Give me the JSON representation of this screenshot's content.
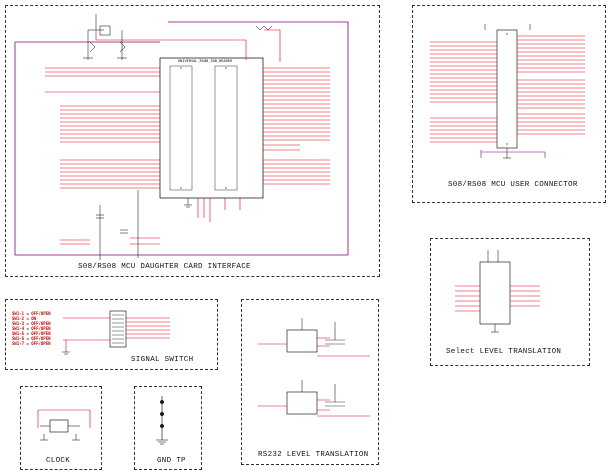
{
  "blocks": {
    "mcu_daughter": {
      "title": "S08/RS08 MCU DAUGHTER CARD INTERFACE",
      "header_label": "UNIVERSAL_RS08_S08_HEADER"
    },
    "user_connector": {
      "title": "S08/RS08 MCU USER CONNECTOR"
    },
    "level_translation": {
      "title": "Select LEVEL TRANSLATION"
    },
    "signal_switch": {
      "title": "SIGNAL SWITCH",
      "settings": [
        "SW1-1 = OFF/OPEN",
        "SW1-2 = ON",
        "SW1-3 = OFF/OPEN",
        "SW1-4 = OFF/OPEN",
        "SW1-5 = OFF/OPEN",
        "SW1-6 = OFF/OPEN",
        "SW1-7 = OFF/OPEN"
      ]
    },
    "rs232": {
      "title": "RS232 LEVEL TRANSLATION"
    },
    "clock": {
      "title": "CLOCK"
    },
    "gnd_tp": {
      "title": "GND TP"
    }
  },
  "colors": {
    "wire": "#e0001a",
    "bus": "#800080",
    "ink": "#000000",
    "net_label": "#c00000"
  }
}
